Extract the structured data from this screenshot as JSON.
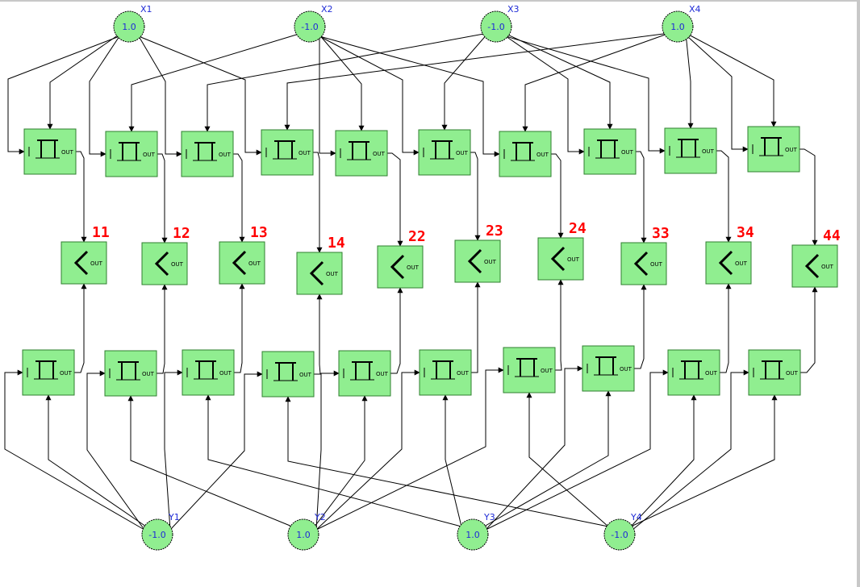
{
  "colors": {
    "block_fill": "#90ee90",
    "block_border": "#2f7f2f",
    "wire": "#000000",
    "node_label": "#1f2bd6",
    "sum_label": "#ff0000"
  },
  "inputs_top": [
    {
      "name": "X1",
      "value": "1.0"
    },
    {
      "name": "X2",
      "value": "-1.0"
    },
    {
      "name": "X3",
      "value": "-1.0"
    },
    {
      "name": "X4",
      "value": "1.0"
    }
  ],
  "inputs_bottom": [
    {
      "name": "Y1",
      "value": "-1.0"
    },
    {
      "name": "Y2",
      "value": "1.0"
    },
    {
      "name": "Y3",
      "value": "1.0"
    },
    {
      "name": "Y4",
      "value": "-1.0"
    }
  ],
  "sum_labels": [
    "11",
    "12",
    "13",
    "14",
    "22",
    "23",
    "24",
    "33",
    "34",
    "44"
  ],
  "port_label": "OUT",
  "icons": {
    "product": "product-pi-icon",
    "sum": "sum-sigma-icon"
  }
}
